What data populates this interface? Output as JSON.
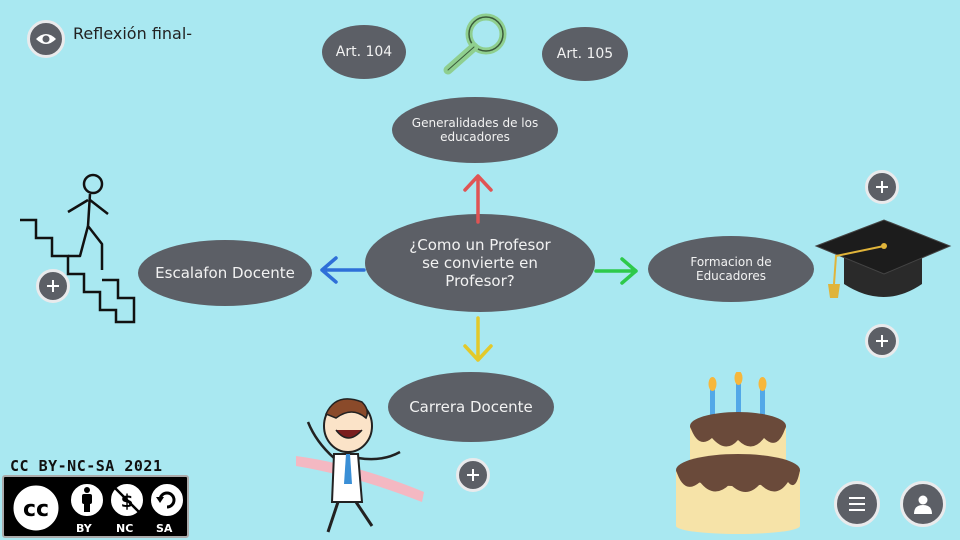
{
  "header": {
    "title": "Reflexión final-"
  },
  "nodes": {
    "center": "¿Como un Profesor se convierte en Profesor?",
    "top": "Generalidades de los educadores",
    "left": "Escalafon Docente",
    "right": "Formacion de Educadores",
    "bottom": "Carrera Docente",
    "art104": "Art. 104",
    "art105": "Art. 105"
  },
  "license": {
    "title": "CC  BY-NC-SA 2021",
    "by": "BY",
    "nc": "NC",
    "sa": "SA"
  },
  "colors": {
    "background": "#a9e8f1",
    "bubble": "#5c5f66",
    "arrow_up": "#e05454",
    "arrow_left": "#2e6fd8",
    "arrow_right": "#2ec94a",
    "arrow_down": "#e3c92a"
  },
  "icons": [
    "eye-icon",
    "magnifier-icon",
    "stairs-icon",
    "graduation-cap-icon",
    "cake-icon",
    "menu-icon",
    "user-icon",
    "plus-icon"
  ]
}
